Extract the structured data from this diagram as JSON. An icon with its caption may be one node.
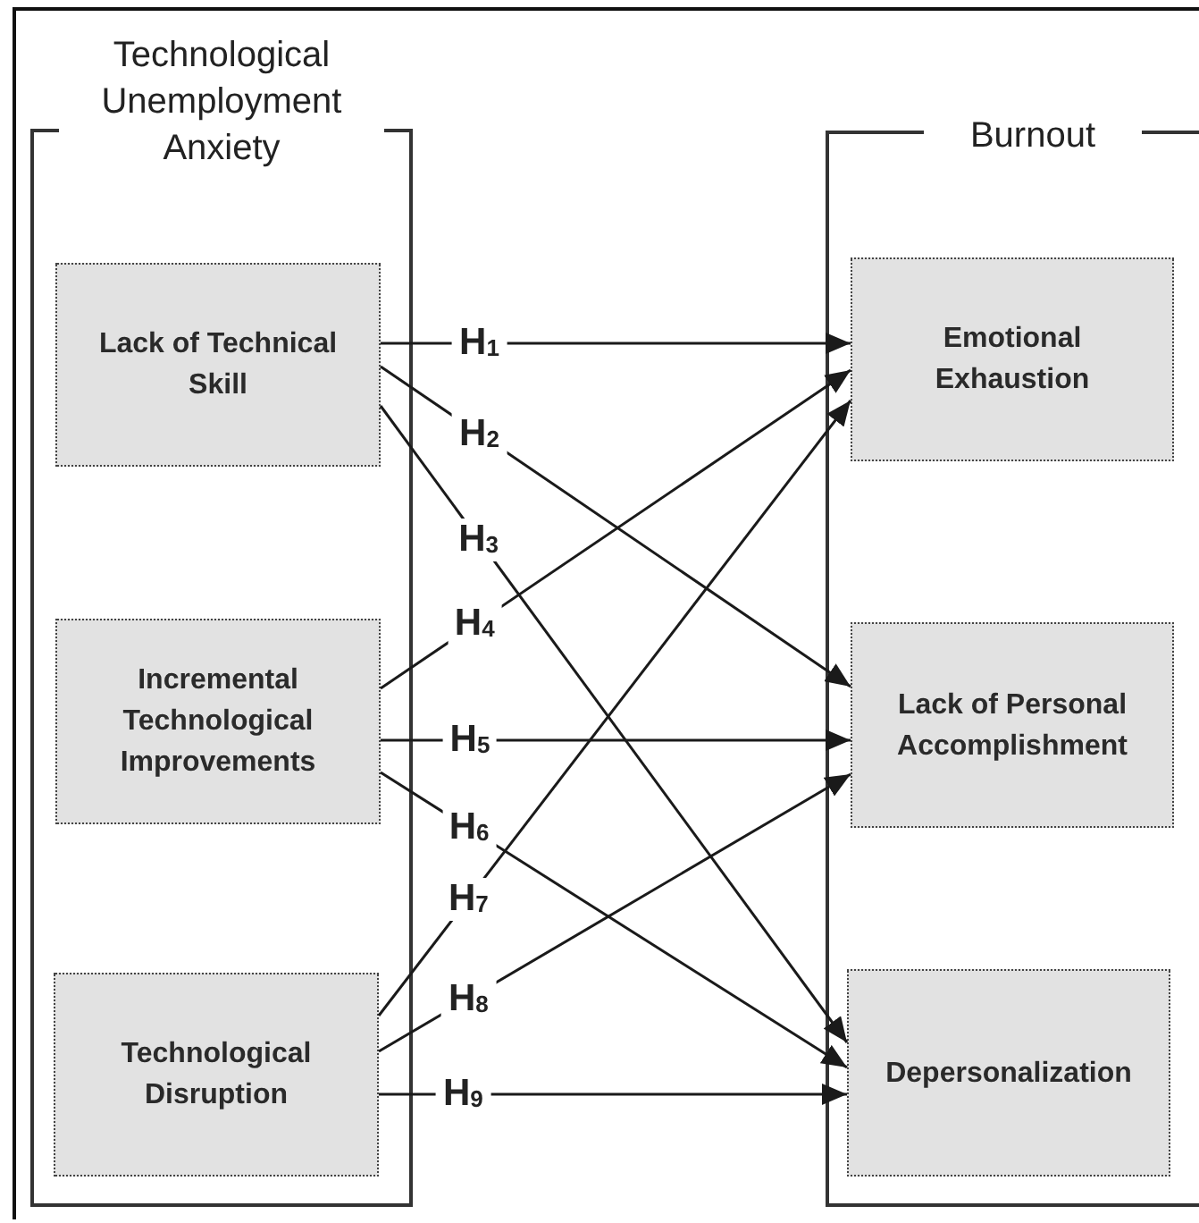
{
  "diagram": {
    "nodes": [
      {
        "text": [
          "Technological Unemployment Anxiety"
        ]
      },
      {
        "text": [
          "Lack of Technical Skill"
        ],
        "in": 0
      },
      {
        "text": [
          "Incremental Technological Improvements"
        ],
        "in": 0
      },
      {
        "text": [
          "Technological Disruption"
        ],
        "in": 0
      },
      {
        "text": [
          "Burnout"
        ]
      },
      {
        "text": [
          "Emotional Exhaustion"
        ],
        "in": 4
      },
      {
        "text": [
          "Lack of Personal Accomplishment"
        ],
        "in": 4
      },
      {
        "text": [
          "Depersonalization"
        ],
        "in": 4
      }
    ],
    "edges": [
      {
        "from": 1,
        "to": 5,
        "arrow": "to",
        "label": "H$_{1}$"
      },
      {
        "from": 1,
        "to": 6,
        "arrow": "to",
        "label": "H$_{2}$"
      },
      {
        "from": 1,
        "to": 7,
        "arrow": "to",
        "label": "H$_{3}$"
      },
      {
        "from": 2,
        "to": 5,
        "arrow": "to",
        "label": "H$_{4}$"
      },
      {
        "from": 2,
        "to": 6,
        "arrow": "to",
        "label": "H$_{5}$"
      },
      {
        "from": 2,
        "to": 7,
        "arrow": "to",
        "label": "H$_{6}$"
      },
      {
        "from": 3,
        "to": 5,
        "arrow": "to",
        "label": "H$_{7}$"
      },
      {
        "from": 3,
        "to": 6,
        "arrow": "to",
        "label": "H$_{8}$"
      },
      {
        "from": 3,
        "to": 7,
        "arrow": "to",
        "label": "H$_{9}$"
      }
    ]
  }
}
